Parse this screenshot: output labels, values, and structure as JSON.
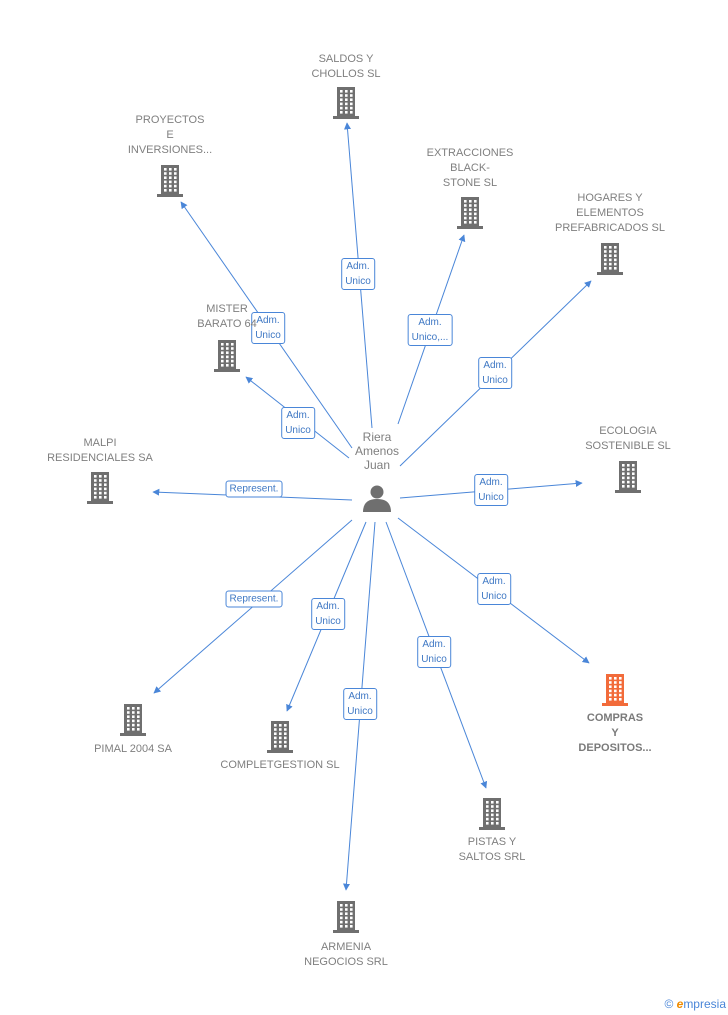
{
  "center": {
    "label": "Riera\nAmenos\nJuan"
  },
  "colors": {
    "edge": "#4a86d8",
    "building": "#6f6f6f",
    "highlight": "#f26b3a"
  },
  "icons": {
    "building": "building-icon",
    "person": "person-icon"
  },
  "companies": [
    {
      "id": "saldos",
      "name": "SALDOS Y\nCHOLLOS  SL",
      "role": "Adm.\nUnico",
      "highlight": false
    },
    {
      "id": "proyectos",
      "name": "PROYECTOS\nE\nINVERSIONES...",
      "role": "Adm.\nUnico",
      "highlight": false
    },
    {
      "id": "extracciones",
      "name": "EXTRACCIONES\nBLACK-\nSTONE SL",
      "role": "Adm.\nUnico,...",
      "highlight": false
    },
    {
      "id": "hogares",
      "name": "HOGARES Y\nELEMENTOS\nPREFABRICADOS SL",
      "role": "Adm.\nUnico",
      "highlight": false
    },
    {
      "id": "mister",
      "name": "MISTER\nBARATO 64",
      "role": "Adm.\nUnico",
      "highlight": false
    },
    {
      "id": "malpi",
      "name": "MALPI\nRESIDENCIALES SA",
      "role": "Represent.",
      "highlight": false
    },
    {
      "id": "ecologia",
      "name": "ECOLOGIA\nSOSTENIBLE SL",
      "role": "Adm.\nUnico",
      "highlight": false
    },
    {
      "id": "compras",
      "name": "COMPRAS\nY\nDEPOSITOS...",
      "role": "Adm.\nUnico",
      "highlight": true
    },
    {
      "id": "pimal",
      "name": "PIMAL 2004 SA",
      "role": "Represent.",
      "highlight": false
    },
    {
      "id": "completgestion",
      "name": "COMPLETGESTION SL",
      "role": "Adm.\nUnico",
      "highlight": false
    },
    {
      "id": "armenia",
      "name": "ARMENIA\nNEGOCIOS SRL",
      "role": "Adm.\nUnico",
      "highlight": false
    },
    {
      "id": "pistas",
      "name": "PISTAS Y\nSALTOS SRL",
      "role": "Adm.\nUnico",
      "highlight": false
    }
  ],
  "footer": {
    "copyright": "©",
    "brand_initial": "e",
    "brand_rest": "mpresia"
  }
}
